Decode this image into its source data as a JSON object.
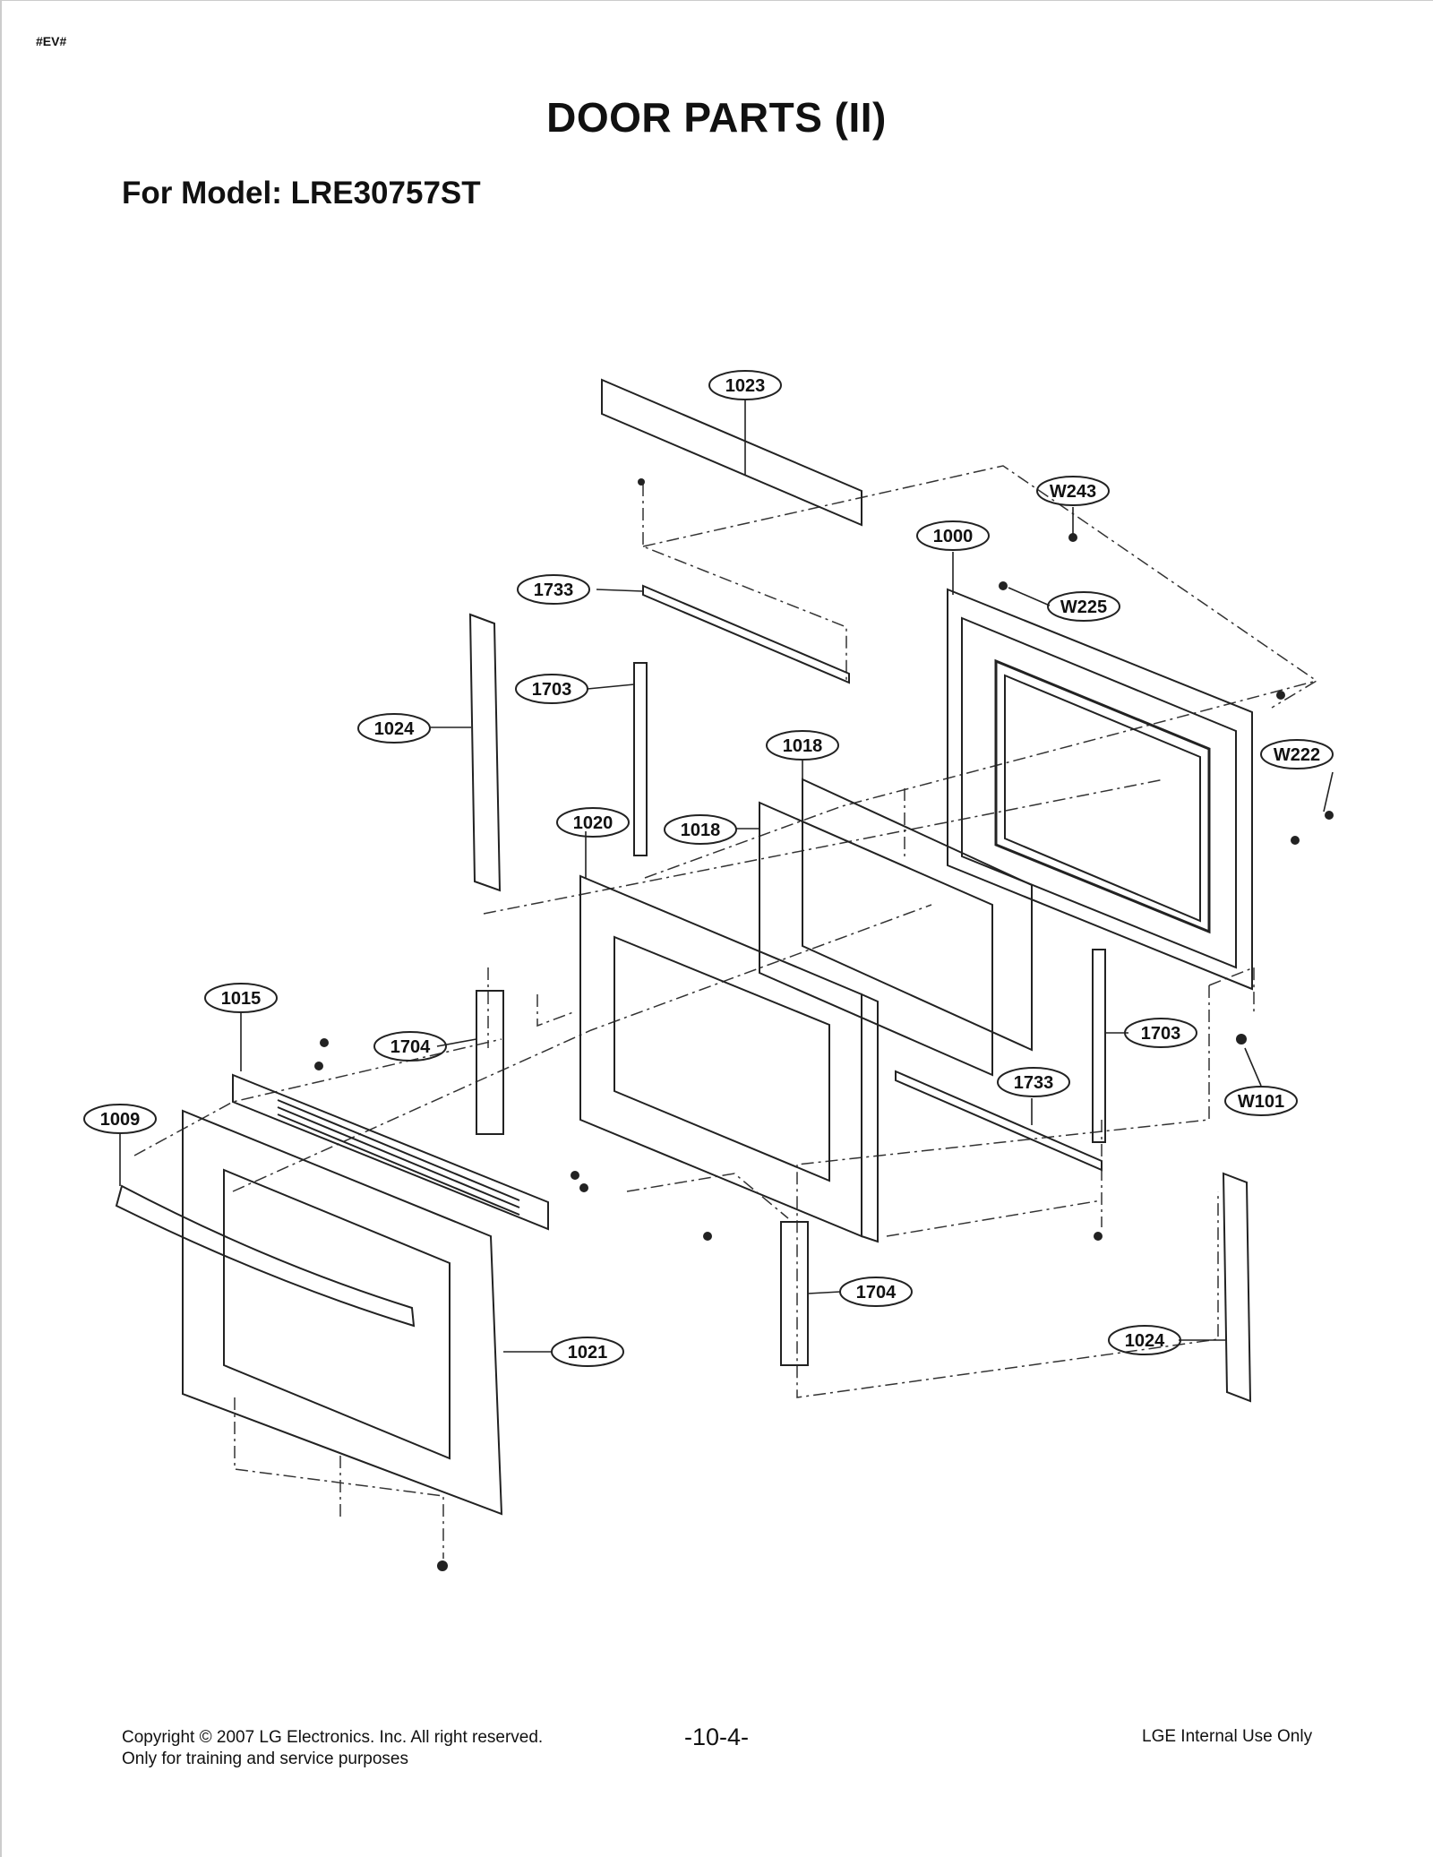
{
  "header": {
    "tag": "#EV#",
    "title": "DOOR PARTS (II)",
    "subtitle": "For Model: LRE30757ST"
  },
  "callouts": [
    {
      "id": "c1023a",
      "label": "1023"
    },
    {
      "id": "cW243",
      "label": "W243"
    },
    {
      "id": "c1000",
      "label": "1000"
    },
    {
      "id": "cW225",
      "label": "W225"
    },
    {
      "id": "c1733a",
      "label": "1733"
    },
    {
      "id": "c1703a",
      "label": "1703"
    },
    {
      "id": "c1024a",
      "label": "1024"
    },
    {
      "id": "c1018a",
      "label": "1018"
    },
    {
      "id": "cW222",
      "label": "W222"
    },
    {
      "id": "c1020",
      "label": "1020"
    },
    {
      "id": "c1018b",
      "label": "1018"
    },
    {
      "id": "c1015",
      "label": "1015"
    },
    {
      "id": "c1704a",
      "label": "1704"
    },
    {
      "id": "c1703b",
      "label": "1703"
    },
    {
      "id": "c1733b",
      "label": "1733"
    },
    {
      "id": "cW101",
      "label": "W101"
    },
    {
      "id": "c1009",
      "label": "1009"
    },
    {
      "id": "c1704b",
      "label": "1704"
    },
    {
      "id": "c1021",
      "label": "1021"
    },
    {
      "id": "c1024b",
      "label": "1024"
    }
  ],
  "footer": {
    "copyright": "Copyright © 2007 LG Electronics. Inc. All right reserved.",
    "training": "Only for training and service purposes",
    "page": "-10-4-",
    "internal": "LGE Internal Use Only"
  }
}
